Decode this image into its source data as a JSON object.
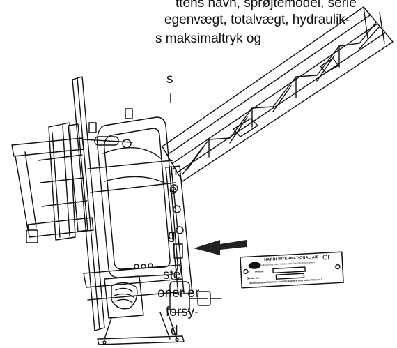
{
  "text": {
    "line1": "ttens navn, sprøjtemodel, serie",
    "line2": "egenvægt, totalvægt, hydraulik-",
    "line3": "s maksimaltryk og",
    "left_fragments": [
      "s",
      "l",
      "n",
      "e",
      "g",
      "ste",
      "oner er",
      "forsy-",
      "d"
    ]
  },
  "nameplate": {
    "company": "HARDI INTERNATIONAL A/S",
    "address": "HELGESHØJ ALLÉ 38, DK-2630 TAASTRUP, DENMARK",
    "model_label": "Model:",
    "serial_label": "Serial no.:",
    "footer": "Technical specifications: see the Owners Instruction Manual !",
    "ce_mark": "CE"
  }
}
